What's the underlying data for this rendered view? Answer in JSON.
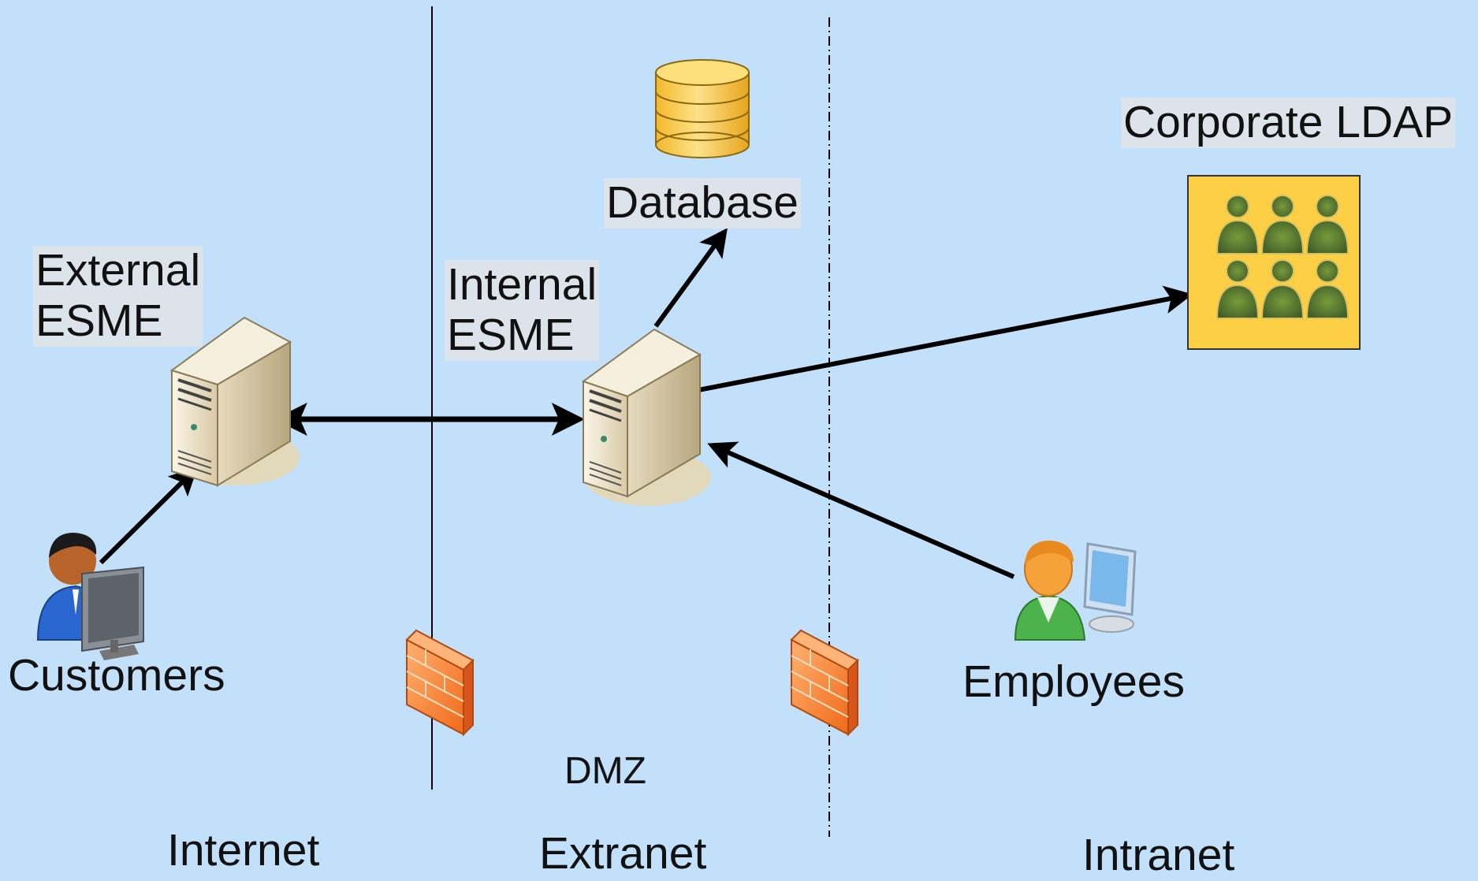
{
  "labels": {
    "external_esme": "External\nESME",
    "internal_esme": "Internal\nESME",
    "database": "Database",
    "corporate_ldap": "Corporate LDAP",
    "customers": "Customers",
    "employees": "Employees",
    "dmz": "DMZ"
  },
  "zones": {
    "internet": "Internet",
    "extranet": "Extranet",
    "intranet": "Intranet"
  },
  "colors": {
    "background": "#c3e0fb",
    "label_box": "#dde3ea",
    "ldap_box": "#fccf45",
    "firewall": "#f47c2c",
    "server": "#e8dcc0",
    "database": "#f6c83a"
  }
}
